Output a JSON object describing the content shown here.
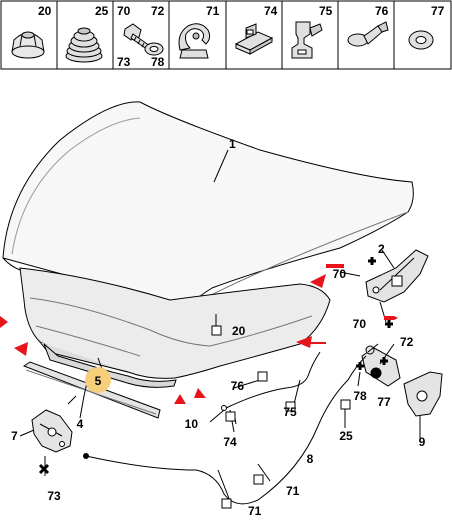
{
  "parts_table": {
    "cells": [
      {
        "icon": "rubber-bump-stop-icon",
        "labels": [
          "20"
        ]
      },
      {
        "icon": "bellows-buffer-icon",
        "labels": [
          "25"
        ]
      },
      {
        "icon": "screw-washer-icon",
        "labels": [
          "70",
          "72",
          "73",
          "78"
        ]
      },
      {
        "icon": "cable-clip-icon",
        "labels": [
          "71"
        ]
      },
      {
        "icon": "bracket-clip-icon",
        "labels": [
          "74"
        ]
      },
      {
        "icon": "retainer-clip-icon",
        "labels": [
          "75"
        ]
      },
      {
        "icon": "push-rivet-icon",
        "labels": [
          "76"
        ]
      },
      {
        "icon": "washer-icon",
        "labels": [
          "77"
        ]
      }
    ]
  },
  "callouts": {
    "c1": "1",
    "c2": "2",
    "c4": "4",
    "c5": "5",
    "c7": "7",
    "c8": "8",
    "c9": "9",
    "c10": "10",
    "c20": "20",
    "c25": "25",
    "c70a": "70",
    "c70b": "70",
    "c71a": "71",
    "c71b": "71",
    "c72": "72",
    "c73": "73",
    "c74": "74",
    "c75": "75",
    "c76": "76",
    "c77": "77",
    "c78": "78"
  },
  "colors": {
    "arrow": "#e8141c",
    "highlight": "#f5cf7a",
    "line": "#000000"
  }
}
